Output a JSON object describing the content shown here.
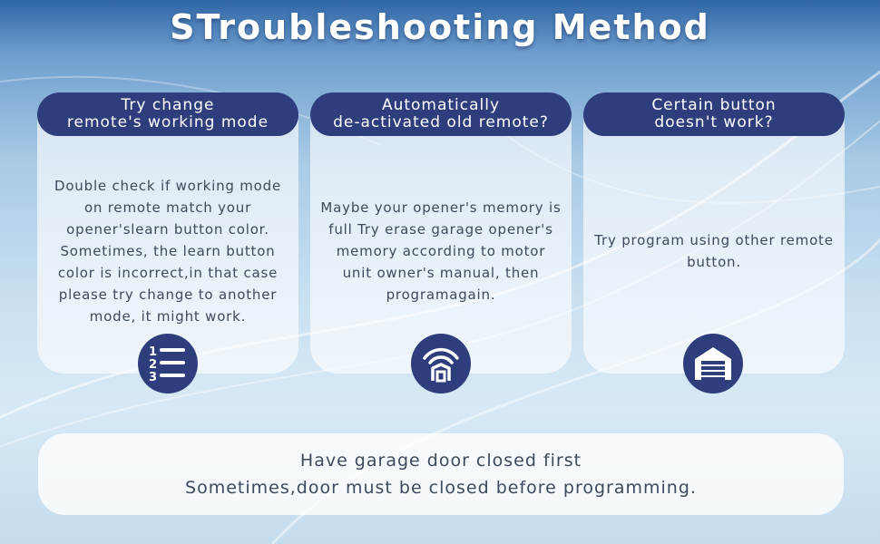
{
  "title": "STroubleshooting Method",
  "colors": {
    "accent": "#2e3d7c",
    "text": "#3c4a5c",
    "header_text": "#ffffff"
  },
  "cards": [
    {
      "header_line1": "Try change",
      "header_line2": "remote's working mode",
      "body": "Double check if working mode on remote match your opener'slearn button color. Sometimes, the learn button color is incorrect,in that case please try change to another mode, it might work.",
      "icon": "numbered-list-icon"
    },
    {
      "header_line1": "Automatically",
      "header_line2": "de-activated old remote?",
      "body": "Maybe your opener's memory is full Try erase garage opener's memory according to motor unit owner's manual, then programagain.",
      "icon": "wireless-garage-icon"
    },
    {
      "header_line1": "Certain button",
      "header_line2": "doesn't work?",
      "body": "Try program using other remote button.",
      "icon": "garage-door-icon"
    }
  ],
  "bottom": {
    "line1": "Have garage door closed first",
    "line2": "Sometimes,door must be closed before programming."
  }
}
